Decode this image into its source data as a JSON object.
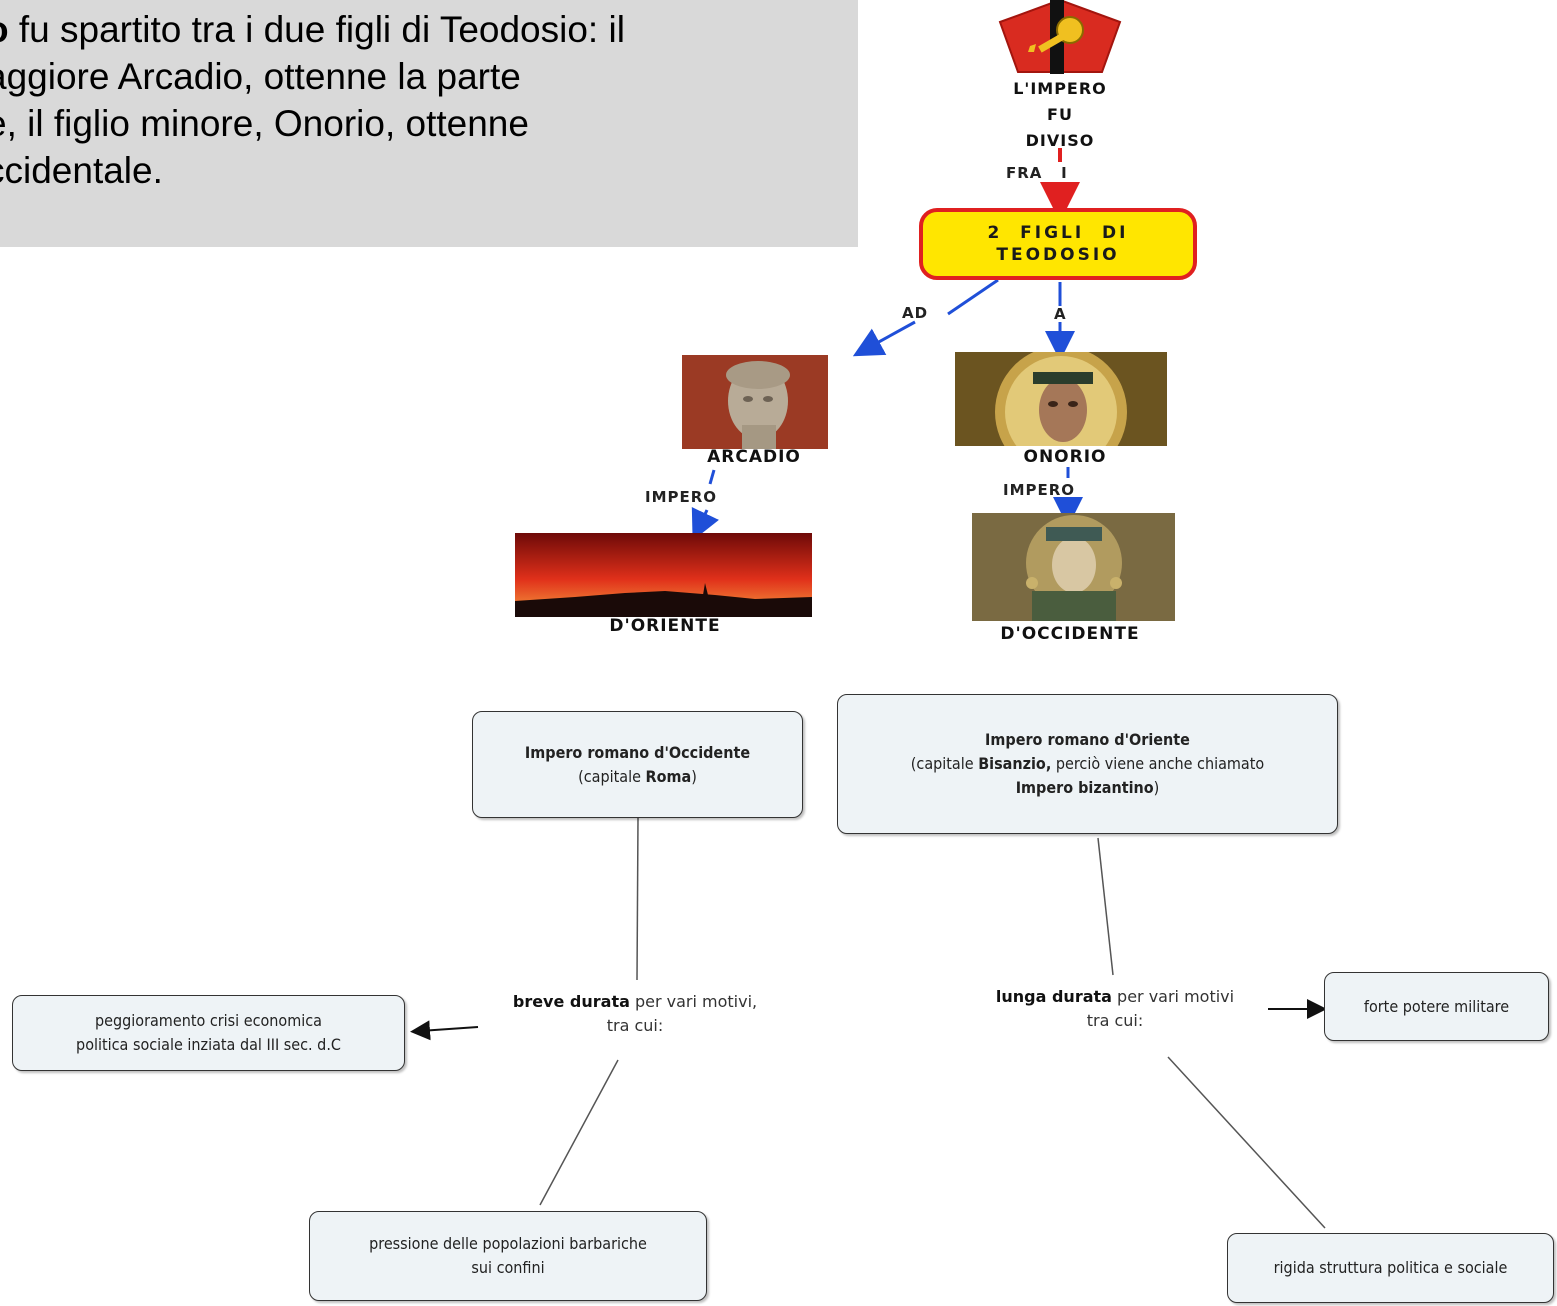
{
  "intro": {
    "line1_bold": "o",
    "line1_rest": " fu spartito tra i due figli di Teodosio: il",
    "line2": "aggiore Arcadio, ottenne la parte",
    "line3": "e, il figlio minore, Onorio, ottenne",
    "line4": "ccidentale."
  },
  "map1": {
    "root_label": [
      "L'IMPERO",
      "FU",
      "DIVISO"
    ],
    "link_fra": "FRA   I",
    "figli_box": "2  FIGLI  DI\nTEODOSIO",
    "link_ad": "AD",
    "link_a": "A",
    "arcadio": "ARCADIO",
    "onorio": "ONORIO",
    "link_impero_left": "IMPERO",
    "link_impero_right": "IMPERO",
    "oriente": "D'ORIENTE",
    "occidente": "D'OCCIDENTE",
    "colors": {
      "box_fill": "#ffe600",
      "box_border": "#e02020",
      "arrow_red": "#e02020",
      "arrow_blue": "#1f4fd8"
    }
  },
  "map2": {
    "occidente_box": {
      "title": "Impero romano d'Occidente",
      "pre": "(capitale ",
      "bold": "Roma",
      "post": ")"
    },
    "oriente_box": {
      "title": "Impero romano d'Oriente",
      "pre": "(capitale ",
      "bold1": "Bisanzio,",
      "mid": " perciò viene anche chiamato",
      "bold2": "Impero bizantino",
      "post": ")"
    },
    "breve": {
      "bold": "breve durata",
      "rest": " per vari motivi,",
      "line2": "tra cui:"
    },
    "lunga": {
      "bold": "lunga durata",
      "rest": " per vari motivi",
      "line2": "tra cui:"
    },
    "peggioramento": {
      "line1": "peggioramento crisi economica",
      "line2": "politica sociale inziata dal III sec. d.C"
    },
    "pressione": {
      "line1": "pressione delle popolazioni barbariche",
      "line2": "sui confini"
    },
    "forte": "forte potere militare",
    "rigida": "rigida struttura politica e sociale"
  }
}
